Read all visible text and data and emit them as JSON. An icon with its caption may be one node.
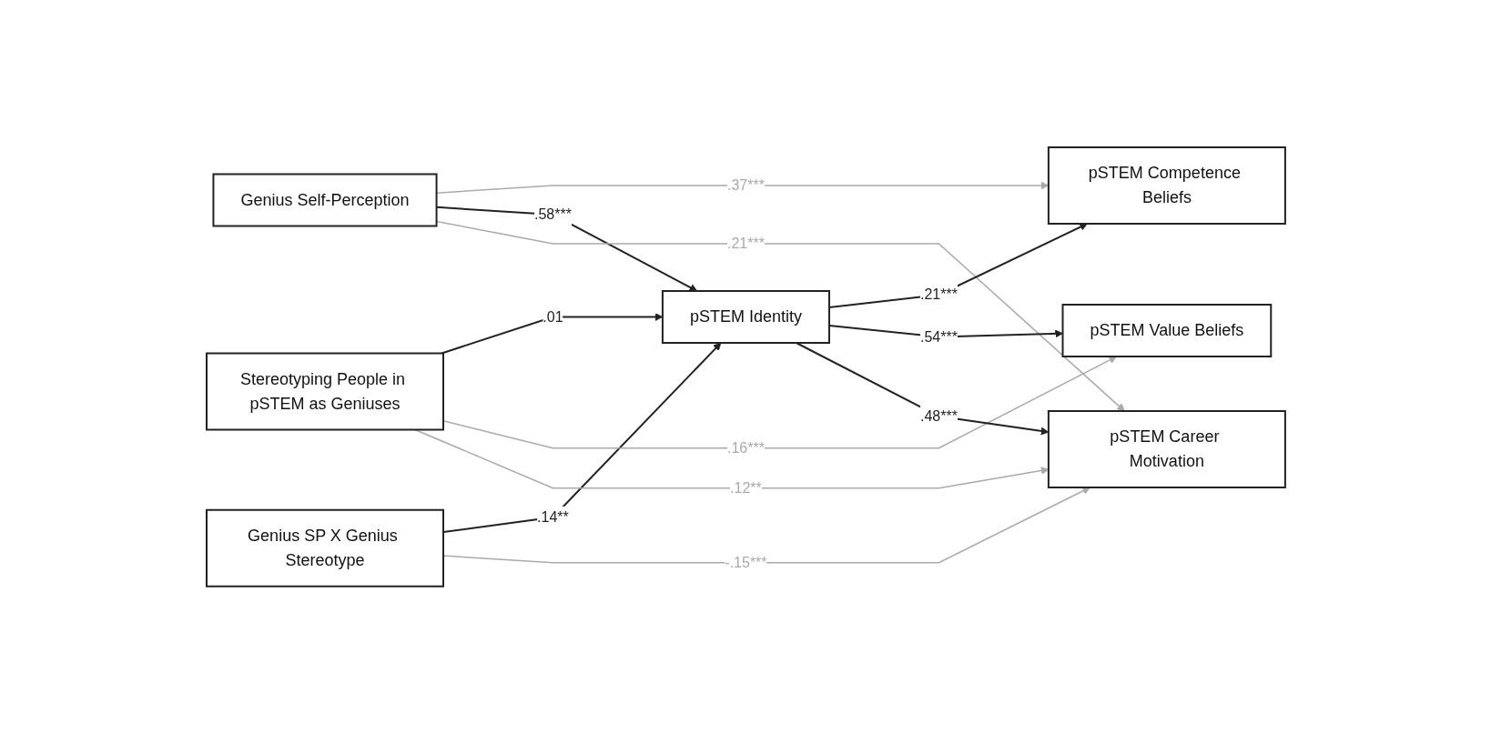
{
  "diagram": {
    "nodes": [
      {
        "text": [
          "Genius Self-Perception"
        ]
      },
      {
        "text": [
          "Genius SP X Genius Stereotype"
        ]
      },
      {
        "text": [
          "Stereotyping People in pSTEM as Geniuses"
        ]
      },
      {
        "text": [
          "pSTEM Identity"
        ]
      },
      {
        "text": [
          "pSTEM Competence Beliefs"
        ]
      },
      {
        "text": [
          "pSTEM Value Beliefs"
        ]
      },
      {
        "text": [
          "pSTEM Career Motivation"
        ]
      }
    ],
    "edges": [
      {
        "from": 0,
        "to": 4,
        "arrow": "to",
        "label": ".37***",
        "color": "#aaaaaa"
      },
      {
        "from": 0,
        "to": 3,
        "arrow": "to",
        "label": ".58***"
      },
      {
        "from": 0,
        "to": 6,
        "arrow": "to",
        "label": ".21***",
        "color": "#aaaaaa"
      },
      {
        "from": 1,
        "to": 3,
        "arrow": "to",
        "label": ".14**"
      },
      {
        "from": 1,
        "to": 6,
        "arrow": "to",
        "label": "-.15***",
        "color": "#aaaaaa"
      },
      {
        "from": 2,
        "to": 3,
        "arrow": "to",
        "label": ".01"
      },
      {
        "from": 2,
        "to": 5,
        "arrow": "to",
        "label": ".16***",
        "color": "#aaaaaa"
      },
      {
        "from": 2,
        "to": 6,
        "arrow": "to",
        "label": ".12**",
        "color": "#aaaaaa"
      },
      {
        "from": 3,
        "to": 4,
        "arrow": "to",
        "label": ".21***"
      },
      {
        "from": 3,
        "to": 5,
        "arrow": "to",
        "label": ".54***"
      },
      {
        "from": 3,
        "to": 6,
        "arrow": "to",
        "label": ".48***"
      }
    ]
  }
}
